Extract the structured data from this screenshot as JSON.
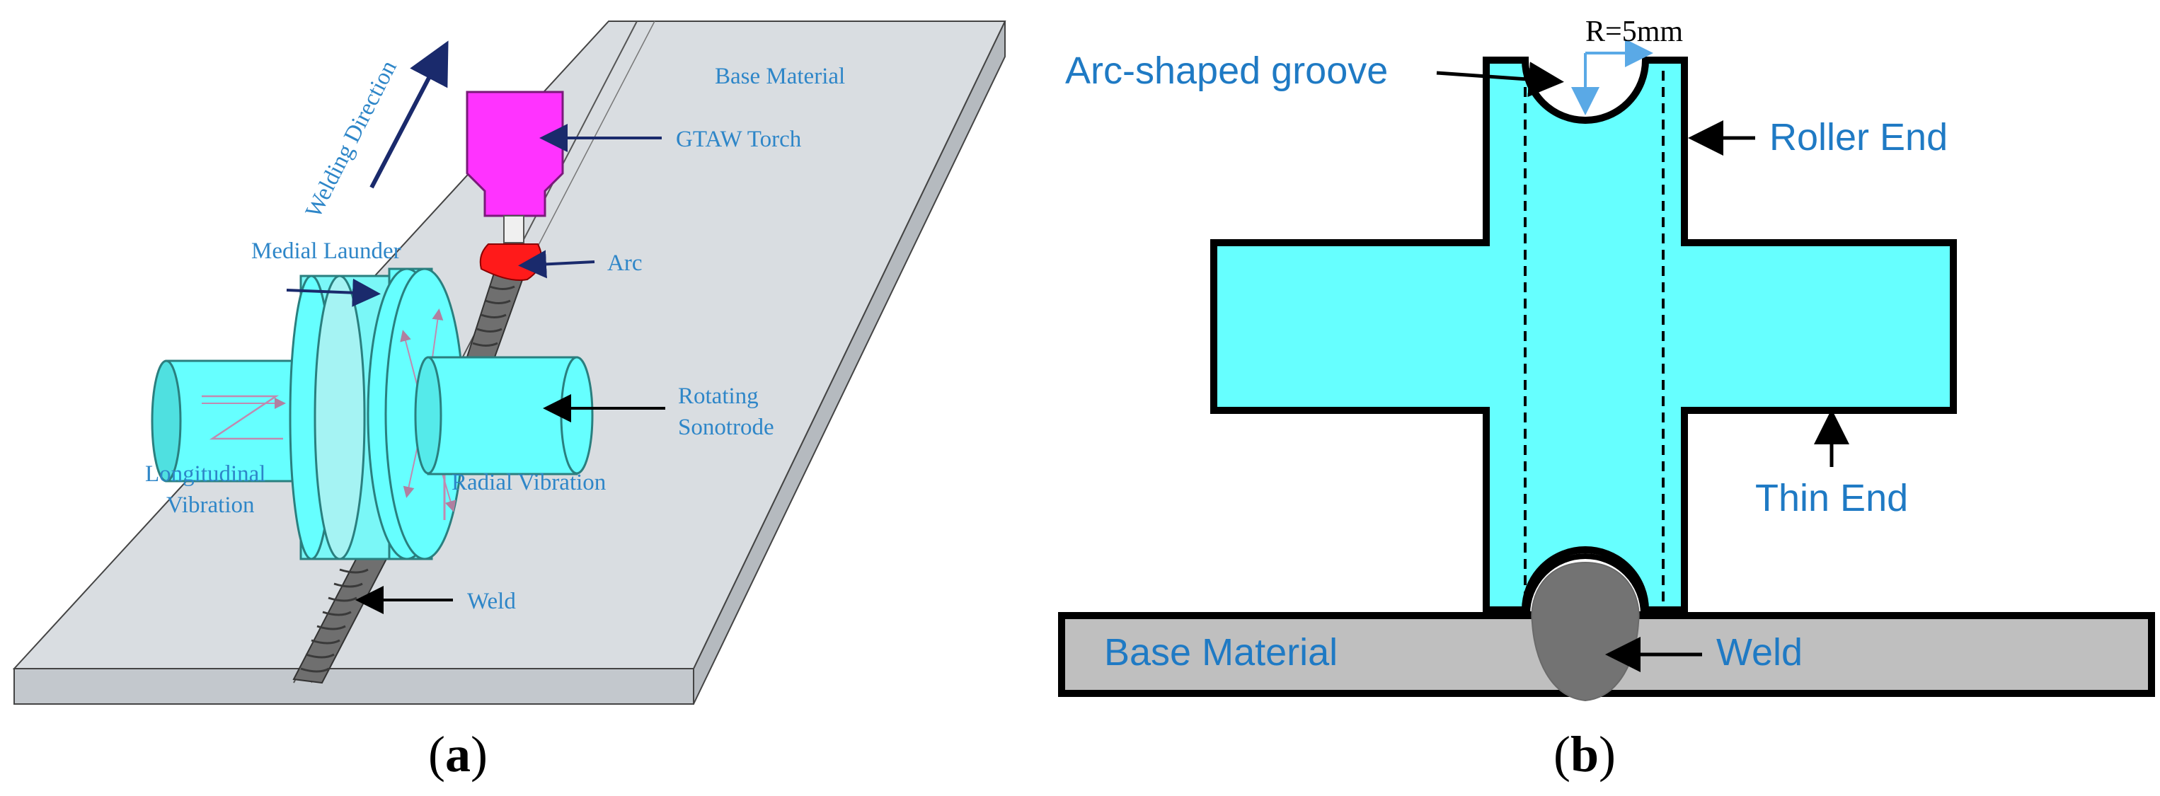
{
  "panel_a": {
    "labels": {
      "base_material": "Base Material",
      "welding_direction": "Welding Direction",
      "gtaw_torch": "GTAW Torch",
      "medial_launder": "Medial Launder",
      "arc": "Arc",
      "rotating": "Rotating",
      "sonotrode": "Sonotrode",
      "longitudinal": "Longitudinal",
      "vibration": "Vibration",
      "radial_vibration": "Radial Vibration",
      "weld": "Weld"
    },
    "caption_open": "(",
    "caption_letter": "a",
    "caption_close": ")"
  },
  "panel_b": {
    "labels": {
      "radius": "R=5mm",
      "arc_groove": "Arc-shaped groove",
      "roller_end": "Roller End",
      "thin_end": "Thin End",
      "base_material": "Base Material",
      "weld": "Weld"
    },
    "caption_open": "(",
    "caption_letter": "b",
    "caption_close": ")"
  },
  "colors": {
    "cyan": "#66ffff",
    "plate": "#d9dde1",
    "torch": "#ff33ff",
    "arc": "#ff1a1a",
    "weld_gray": "#6f6f6f",
    "base_gray": "#bfbfbf",
    "label_blue": "#1f7ac4",
    "arrow_navy": "#1a2a6c"
  }
}
